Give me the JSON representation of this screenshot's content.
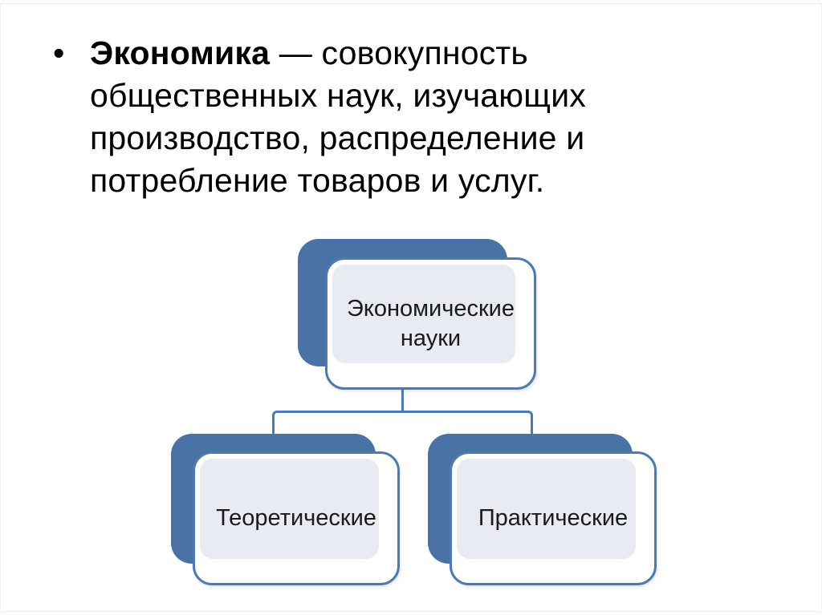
{
  "slide": {
    "bullet": {
      "glyph": "•",
      "term": "Экономика",
      "definition": " — совокупность общественных наук, изучающих производство, распределение и потребление товаров и услуг."
    },
    "diagram": {
      "nodes": [
        {
          "role": "root",
          "label": "Экономические науки"
        },
        {
          "role": "child-left",
          "label": "Теоретические"
        },
        {
          "role": "child-right",
          "label": "Практические"
        }
      ]
    },
    "colors": {
      "back_shape": "#4A72A4",
      "front_border": "#4E7BAF",
      "inner_panel": "#E9EBF2",
      "connector": "#4E7BAF",
      "text": "#1A1A1A",
      "body_text": "#000000"
    }
  }
}
